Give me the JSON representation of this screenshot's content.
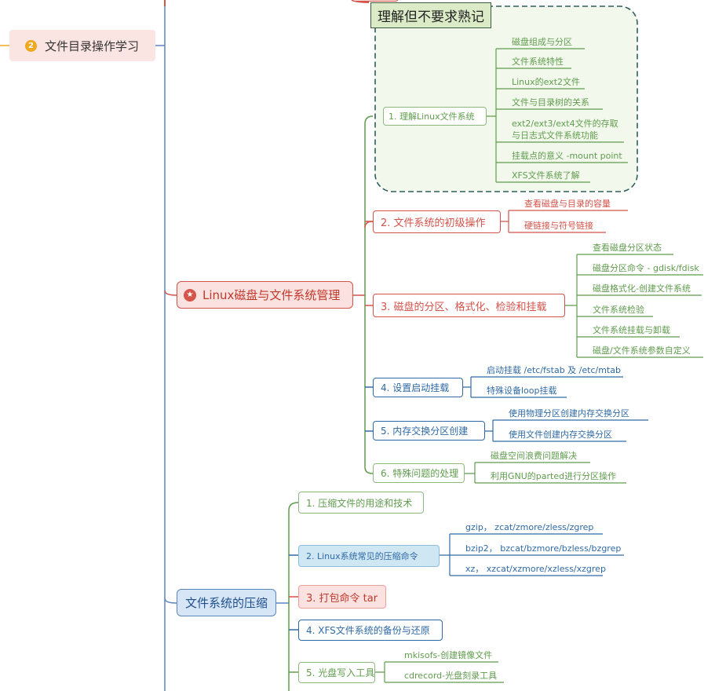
{
  "topic_top": {
    "badge": "2",
    "label": "文件目录操作学习"
  },
  "callout": {
    "label": "理解但不要求熟记"
  },
  "linux_fs": {
    "label": "Linux磁盘与文件系统管理",
    "b1": {
      "label": "1. 理解Linux文件系统",
      "leaves": [
        "磁盘组成与分区",
        "文件系统特性",
        "Linux的ext2文件",
        "文件与目录树的关系",
        "ext2/ext3/ext4文件的存取",
        "与日志式文件系统功能",
        "挂载点的意义 -mount point",
        "XFS文件系统了解"
      ]
    },
    "b2": {
      "label": "2. 文件系统的初级操作",
      "leaves": [
        "查看磁盘与目录的容量",
        "硬链接与符号链接"
      ]
    },
    "b3": {
      "label": "3. 磁盘的分区、格式化、检验和挂载",
      "leaves": [
        "查看磁盘分区状态",
        "磁盘分区命令 - gdisk/fdisk",
        "磁盘格式化-创建文件系统",
        "文件系统检验",
        "文件系统挂载与卸载",
        "磁盘/文件系统参数自定义"
      ]
    },
    "b4": {
      "label": "4. 设置启动挂载",
      "leaves": [
        "启动挂载 /etc/fstab 及 /etc/mtab",
        "特殊设备loop挂载"
      ]
    },
    "b5": {
      "label": "5. 内存交换分区创建",
      "leaves": [
        "使用物理分区创建内存交换分区",
        "使用文件创建内存交换分区"
      ]
    },
    "b6": {
      "label": "6. 特殊问题的处理",
      "leaves": [
        "磁盘空间浪费问题解决",
        "利用GNU的parted进行分区操作"
      ]
    }
  },
  "compress": {
    "label": "文件系统的压缩",
    "c1": {
      "label": "1. 压缩文件的用途和技术"
    },
    "c2": {
      "label": "2. Linux系统常见的压缩命令",
      "leaves": [
        "gzip， zcat/zmore/zless/zgrep",
        "bzip2， bzcat/bzmore/bzless/bzgrep",
        "xz， xzcat/xzmore/xzless/xzgrep"
      ]
    },
    "c3": {
      "label": "3. 打包命令 tar"
    },
    "c4": {
      "label": "4. XFS文件系统的备份与还原"
    },
    "c5": {
      "label": "5. 光盘写入工具",
      "leaves": [
        "mkisofs-创建镜像文件",
        "cdrecord-光盘刻录工具"
      ]
    }
  },
  "colors": {
    "green": "#5f9c4d",
    "red": "#d4534a",
    "blue": "#2f6aa6",
    "orange": "#f0a821"
  }
}
